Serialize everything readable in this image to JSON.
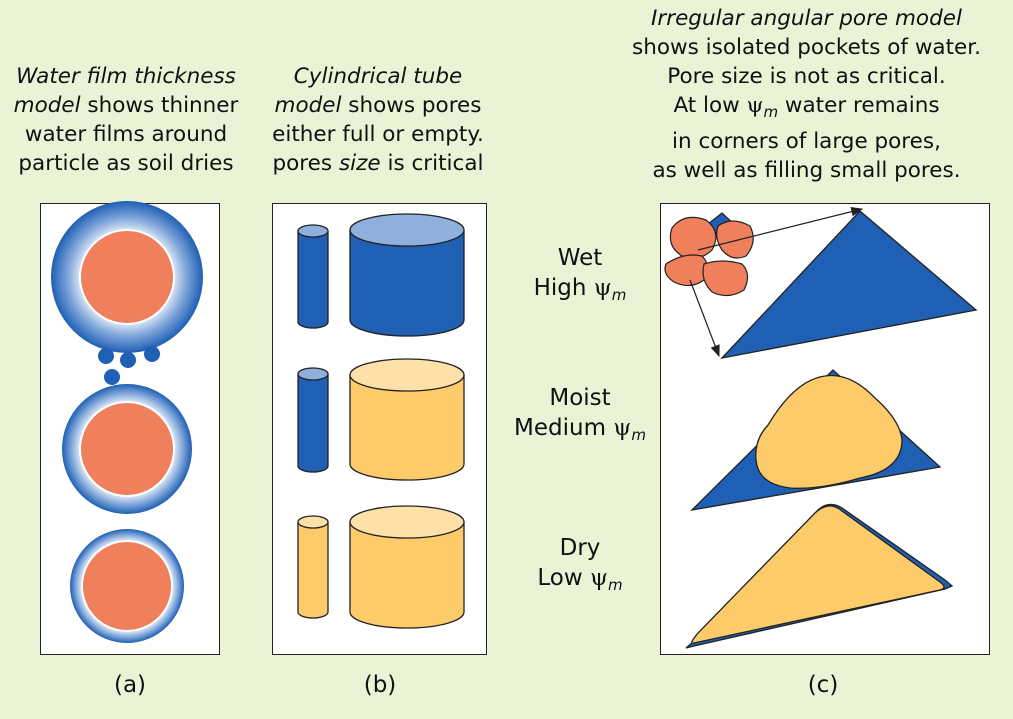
{
  "caption_a": {
    "line1_italic": "Water film thickness",
    "line2_italic": "model",
    "line2_rest": " shows thinner",
    "line3": "water films around",
    "line4": "particle as soil dries"
  },
  "caption_b": {
    "line1_italic": "Cylindrical tube",
    "line2_italic": "model",
    "line2_rest": " shows pores",
    "line3": "either full or empty.",
    "line4_pre": "pores ",
    "line4_italic": "size",
    "line4_post": " is critical"
  },
  "caption_c": {
    "line1_italic": "Irregular angular pore model",
    "line2": "shows isolated pockets of water.",
    "line3": "Pore size is not as critical.",
    "line4_pre": "At low ",
    "line4_post": " water remains",
    "line5": "in corners of large pores,",
    "line6": "as well as filling small pores."
  },
  "symbols": {
    "psi": "ψ",
    "sub_m": "m"
  },
  "states": [
    {
      "line1": "Wet",
      "line2": "High "
    },
    {
      "line1": "Moist",
      "line2": "Medium "
    },
    {
      "line1": "Dry",
      "line2": "Low "
    }
  ],
  "panel_labels": {
    "a": "(a)",
    "b": "(b)",
    "c": "(c)"
  },
  "colors": {
    "background": "#eaf3d6",
    "water_blue": "#1f5fb4",
    "light_blue": "#8fb0dc",
    "particle_orange": "#f07f5c",
    "air_yellow": "#fdcb6a",
    "air_top": "#fde1a8"
  }
}
